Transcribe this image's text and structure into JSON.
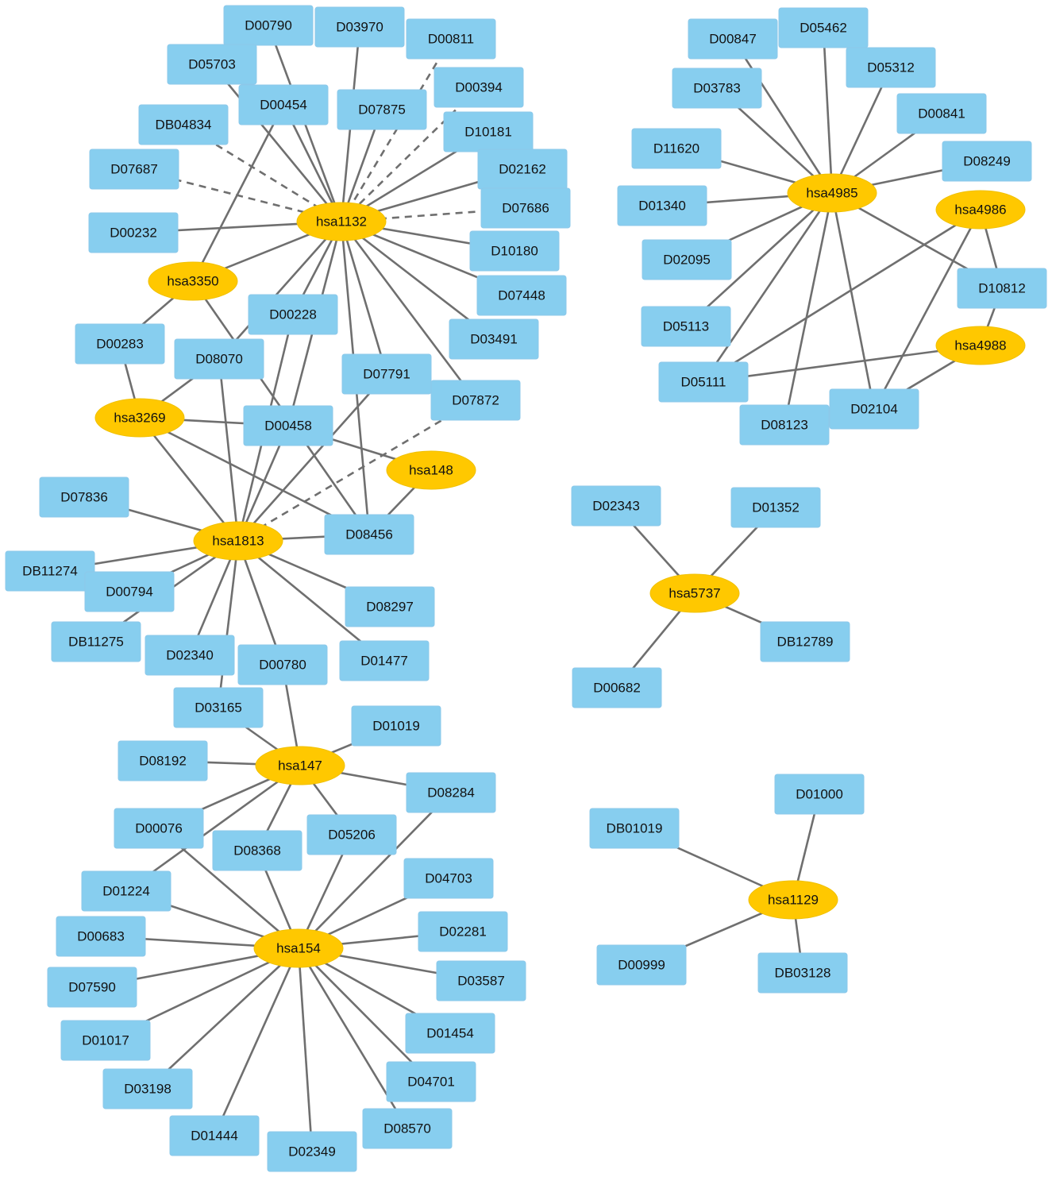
{
  "colors": {
    "drug": "#87ceef",
    "gene": "#ffc800",
    "edge": "#6f6f6f",
    "text": "#111111"
  },
  "genes": [
    "hsa1132",
    "hsa3350",
    "hsa3269",
    "hsa148",
    "hsa1813",
    "hsa147",
    "hsa154",
    "hsa4985",
    "hsa4986",
    "hsa4988",
    "hsa5737",
    "hsa1129"
  ],
  "drugs": [
    "D00790",
    "D03970",
    "D00811",
    "D05703",
    "D00454",
    "D00394",
    "D07875",
    "DB04834",
    "D10181",
    "D07687",
    "D02162",
    "D07686",
    "D00232",
    "D10180",
    "D07448",
    "D00228",
    "D03491",
    "D00283",
    "D08070",
    "D07791",
    "D07872",
    "D00458",
    "D07836",
    "D08456",
    "DB11274",
    "D00794",
    "D08297",
    "DB11275",
    "D01477",
    "D02340",
    "D00780",
    "D03165",
    "D01019",
    "D08192",
    "D08284",
    "D00076",
    "D05206",
    "D08368",
    "D04703",
    "D01224",
    "D02281",
    "D00683",
    "D03587",
    "D07590",
    "D01454",
    "D01017",
    "D04701",
    "D03198",
    "D08570",
    "D01444",
    "D02349",
    "D00847",
    "D05462",
    "D05312",
    "D03783",
    "D00841",
    "D11620",
    "D08249",
    "D01340",
    "D02095",
    "D10812",
    "D05113",
    "D05111",
    "D02104",
    "D08123",
    "D02343",
    "D01352",
    "DB12789",
    "D00682",
    "D01000",
    "DB01019",
    "D00999",
    "DB03128"
  ],
  "edges": [
    {
      "s": "hsa1132",
      "t": "D00790"
    },
    {
      "s": "hsa1132",
      "t": "D03970"
    },
    {
      "s": "hsa1132",
      "t": "D00811",
      "dashed": true
    },
    {
      "s": "hsa1132",
      "t": "D05703"
    },
    {
      "s": "hsa1132",
      "t": "D00454"
    },
    {
      "s": "hsa1132",
      "t": "D00394",
      "dashed": true
    },
    {
      "s": "hsa1132",
      "t": "D07875"
    },
    {
      "s": "hsa1132",
      "t": "DB04834",
      "dashed": true
    },
    {
      "s": "hsa1132",
      "t": "D10181"
    },
    {
      "s": "hsa1132",
      "t": "D07687",
      "dashed": true
    },
    {
      "s": "hsa1132",
      "t": "D02162"
    },
    {
      "s": "hsa1132",
      "t": "D07686",
      "dashed": true
    },
    {
      "s": "hsa1132",
      "t": "D00232"
    },
    {
      "s": "hsa1132",
      "t": "D10180"
    },
    {
      "s": "hsa1132",
      "t": "D07448"
    },
    {
      "s": "hsa1132",
      "t": "D03491"
    },
    {
      "s": "hsa1132",
      "t": "D07872"
    },
    {
      "s": "hsa1132",
      "t": "D07791"
    },
    {
      "s": "hsa1132",
      "t": "D08456"
    },
    {
      "s": "hsa1132",
      "t": "D00458"
    },
    {
      "s": "hsa1132",
      "t": "D00228"
    },
    {
      "s": "hsa1132",
      "t": "hsa3350"
    },
    {
      "s": "hsa1132",
      "t": "D08070"
    },
    {
      "s": "hsa3350",
      "t": "D00454"
    },
    {
      "s": "hsa3350",
      "t": "D00283"
    },
    {
      "s": "hsa3350",
      "t": "D08456"
    },
    {
      "s": "hsa3269",
      "t": "D00283"
    },
    {
      "s": "hsa3269",
      "t": "D08070"
    },
    {
      "s": "hsa3269",
      "t": "D00458"
    },
    {
      "s": "hsa3269",
      "t": "D08456"
    },
    {
      "s": "hsa3269",
      "t": "hsa1813"
    },
    {
      "s": "hsa148",
      "t": "D00458"
    },
    {
      "s": "hsa148",
      "t": "D08456"
    },
    {
      "s": "hsa1813",
      "t": "D08070"
    },
    {
      "s": "hsa1813",
      "t": "D00228"
    },
    {
      "s": "hsa1813",
      "t": "D07791"
    },
    {
      "s": "hsa1813",
      "t": "D07872",
      "dashed": true
    },
    {
      "s": "hsa1813",
      "t": "D00458"
    },
    {
      "s": "hsa1813",
      "t": "D08456"
    },
    {
      "s": "hsa1813",
      "t": "D07836"
    },
    {
      "s": "hsa1813",
      "t": "DB11274"
    },
    {
      "s": "hsa1813",
      "t": "D00794"
    },
    {
      "s": "hsa1813",
      "t": "DB11275"
    },
    {
      "s": "hsa1813",
      "t": "D02340"
    },
    {
      "s": "hsa1813",
      "t": "D03165"
    },
    {
      "s": "hsa1813",
      "t": "D00780"
    },
    {
      "s": "hsa1813",
      "t": "D01477"
    },
    {
      "s": "hsa1813",
      "t": "D08297"
    },
    {
      "s": "hsa147",
      "t": "D00780"
    },
    {
      "s": "hsa147",
      "t": "D03165"
    },
    {
      "s": "hsa147",
      "t": "D01019"
    },
    {
      "s": "hsa147",
      "t": "D08192"
    },
    {
      "s": "hsa147",
      "t": "D08284"
    },
    {
      "s": "hsa147",
      "t": "D00076"
    },
    {
      "s": "hsa147",
      "t": "D08368"
    },
    {
      "s": "hsa147",
      "t": "D05206"
    },
    {
      "s": "hsa147",
      "t": "D01224"
    },
    {
      "s": "hsa154",
      "t": "D00076"
    },
    {
      "s": "hsa154",
      "t": "D08368"
    },
    {
      "s": "hsa154",
      "t": "D05206"
    },
    {
      "s": "hsa154",
      "t": "D08284"
    },
    {
      "s": "hsa154",
      "t": "D04703"
    },
    {
      "s": "hsa154",
      "t": "D01224"
    },
    {
      "s": "hsa154",
      "t": "D02281"
    },
    {
      "s": "hsa154",
      "t": "D00683"
    },
    {
      "s": "hsa154",
      "t": "D03587"
    },
    {
      "s": "hsa154",
      "t": "D07590"
    },
    {
      "s": "hsa154",
      "t": "D01454"
    },
    {
      "s": "hsa154",
      "t": "D01017"
    },
    {
      "s": "hsa154",
      "t": "D04701"
    },
    {
      "s": "hsa154",
      "t": "D03198"
    },
    {
      "s": "hsa154",
      "t": "D08570"
    },
    {
      "s": "hsa154",
      "t": "D01444"
    },
    {
      "s": "hsa154",
      "t": "D02349"
    },
    {
      "s": "hsa4985",
      "t": "D00847"
    },
    {
      "s": "hsa4985",
      "t": "D05462"
    },
    {
      "s": "hsa4985",
      "t": "D05312"
    },
    {
      "s": "hsa4985",
      "t": "D03783"
    },
    {
      "s": "hsa4985",
      "t": "D00841"
    },
    {
      "s": "hsa4985",
      "t": "D11620"
    },
    {
      "s": "hsa4985",
      "t": "D08249"
    },
    {
      "s": "hsa4985",
      "t": "D01340"
    },
    {
      "s": "hsa4985",
      "t": "D02095"
    },
    {
      "s": "hsa4985",
      "t": "D05113"
    },
    {
      "s": "hsa4985",
      "t": "D05111"
    },
    {
      "s": "hsa4985",
      "t": "D08123"
    },
    {
      "s": "hsa4985",
      "t": "D02104"
    },
    {
      "s": "hsa4985",
      "t": "D10812"
    },
    {
      "s": "hsa4986",
      "t": "D05111"
    },
    {
      "s": "hsa4986",
      "t": "D02104"
    },
    {
      "s": "hsa4986",
      "t": "D10812"
    },
    {
      "s": "hsa4988",
      "t": "D05111"
    },
    {
      "s": "hsa4988",
      "t": "D02104"
    },
    {
      "s": "hsa4988",
      "t": "D10812"
    },
    {
      "s": "hsa5737",
      "t": "D02343"
    },
    {
      "s": "hsa5737",
      "t": "D01352"
    },
    {
      "s": "hsa5737",
      "t": "DB12789"
    },
    {
      "s": "hsa5737",
      "t": "D00682"
    },
    {
      "s": "hsa1129",
      "t": "D01000"
    },
    {
      "s": "hsa1129",
      "t": "DB01019"
    },
    {
      "s": "hsa1129",
      "t": "D00999"
    },
    {
      "s": "hsa1129",
      "t": "DB03128"
    }
  ]
}
